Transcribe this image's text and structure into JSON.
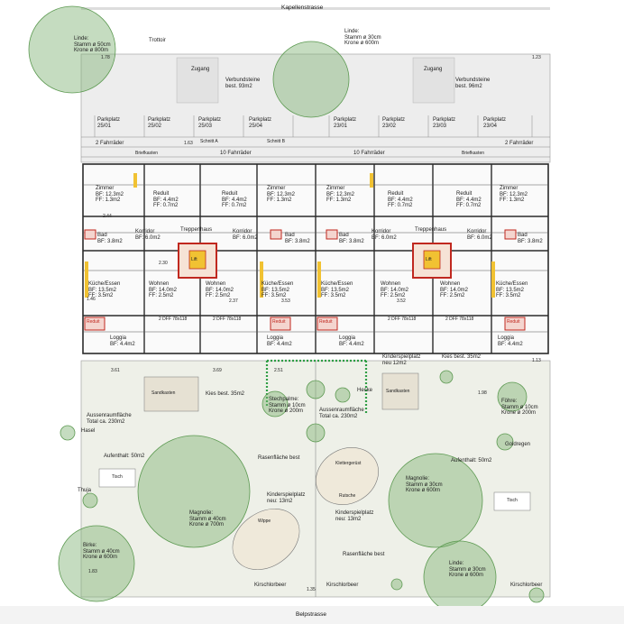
{
  "streets": {
    "north": "Kapellenstrasse",
    "south": "Belpstrasse",
    "trottoir": "Trottoir"
  },
  "trees": [
    {
      "species": "Linde:",
      "stem": "Stamm ø 50cm",
      "crown": "Krone ø 800m"
    },
    {
      "species": "Linde:",
      "stem": "Stamm ø 30cm",
      "crown": "Krone ø 600m"
    },
    {
      "species": "Birke:",
      "stem": "Stamm ø 40cm",
      "crown": "Krone ø 600m"
    },
    {
      "species": "Magnolie:",
      "stem": "Stamm ø 40cm",
      "crown": "Krone ø 700m"
    },
    {
      "species": "Magnolie:",
      "stem": "Stamm ø 30cm",
      "crown": "Krone ø 600m"
    },
    {
      "species": "Linde:",
      "stem": "Stamm ø 30cm",
      "crown": "Krone ø 600m"
    },
    {
      "species": "Föhre:",
      "stem": "Stamm ø 10cm",
      "crown": "Krone ø 200m"
    },
    {
      "species": "Stechpalme:",
      "stem": "Stamm ø 10cm",
      "crown": "Krone ø 200m"
    }
  ],
  "site": {
    "zugang_left": "Zugang",
    "zugang_right": "Zugang",
    "verbund_left": "Verbundsteine\nbest. 93m2",
    "verbund_right": "Verbundsteine\nbest. 96m2",
    "parking": [
      "Parkplatz\n25/01",
      "Parkplatz\n25/02",
      "Parkplatz\n25/03",
      "Parkplatz\n25/04",
      "Parkplatz\n23/01",
      "Parkplatz\n23/02",
      "Parkplatz\n23/03",
      "Parkplatz\n23/04"
    ],
    "bikes_left": "2 Fahrräder",
    "bikes_right": "2 Fahrräder",
    "bikes_mid_left": "10 Fahrräder",
    "bikes_mid_right": "10 Fahrräder",
    "briefkasten_left": "Briefkasten",
    "briefkasten_right": "Briefkasten",
    "schnitt_a": "Schnitt A",
    "schnitt_b": "Schnitt B"
  },
  "rooms": {
    "zimmer": "Zimmer",
    "zimmer_area": "BF: 12.3m2\nFF: 1.3m2",
    "reduit": "Reduit",
    "reduit_area": "BF: 4.4m2\nFF: 0.7m2",
    "treppenhaus": "Treppenhaus",
    "korridor": "Korridor",
    "korridor_area": "BF: 6.0m2",
    "bad": "Bad",
    "bad_area": "BF: 3.8m2",
    "kueche": "Küche/Essen",
    "kueche_area": "BF: 13.5m2\nFF: 3.5m2",
    "wohnen": "Wohnen",
    "wohnen_area": "BF: 14.0m2\nFF: 2.5m2",
    "loggia": "Loggia",
    "loggia_area": "BF: 4.4m2",
    "dff": "2 DFF 78x118",
    "lift": "Lift"
  },
  "garden": {
    "kinderspielplatz_top_right": "Kinderspielplatz\nneu 12m2",
    "kies_right": "Kies best. 35m2",
    "kies_left": "Kies best. 35m2",
    "sandkasten": "Sandkasten",
    "aussenraum_left": "Aussenraumfläche\nTotal ca. 230m2",
    "aussenraum_right": "Aussenraumfläche\nTotal ca. 230m2",
    "hecke": "Hecke",
    "aufenthalt_left": "Aufenthalt: 50m2",
    "aufenthalt_right": "Aufenthalt: 50m2",
    "rasen1": "Rasenfläche best",
    "rasen2": "Rasenfläche best",
    "kinderspielplatz_mid": "Kinderspielplatz\nneu: 13m2",
    "kinderspielplatz_low": "Kinderspielplatz\nneu: 13m2",
    "goldregen": "Goldregen",
    "hasel": "Hasel",
    "thuja": "Thuja",
    "kirschlorbeer1": "Kirschlorbeer",
    "kirschlorbeer2": "Kirschlorbeer",
    "kirschlorbeer3": "Kirschlorbeer",
    "tisch": "Tisch",
    "wippe": "Wippe",
    "kletter": "Klettergerüst",
    "rutsche": "Rutsche"
  },
  "dims": [
    "3.61",
    "2.51",
    "3.69",
    "3.53",
    "2.30",
    "2.37",
    "3.52",
    "1.46",
    "2.44",
    "1.98",
    "1.83",
    "1.78",
    "1.23",
    "1.63",
    "1.13",
    "1.35"
  ],
  "colors": {
    "wall": "#2b2b2b",
    "red": "#c0281f",
    "yellow": "#f1c232",
    "tree": "#7fb174",
    "hedge": "#2e9e44",
    "garden": "#eef0e8",
    "parking": "#ececec"
  }
}
